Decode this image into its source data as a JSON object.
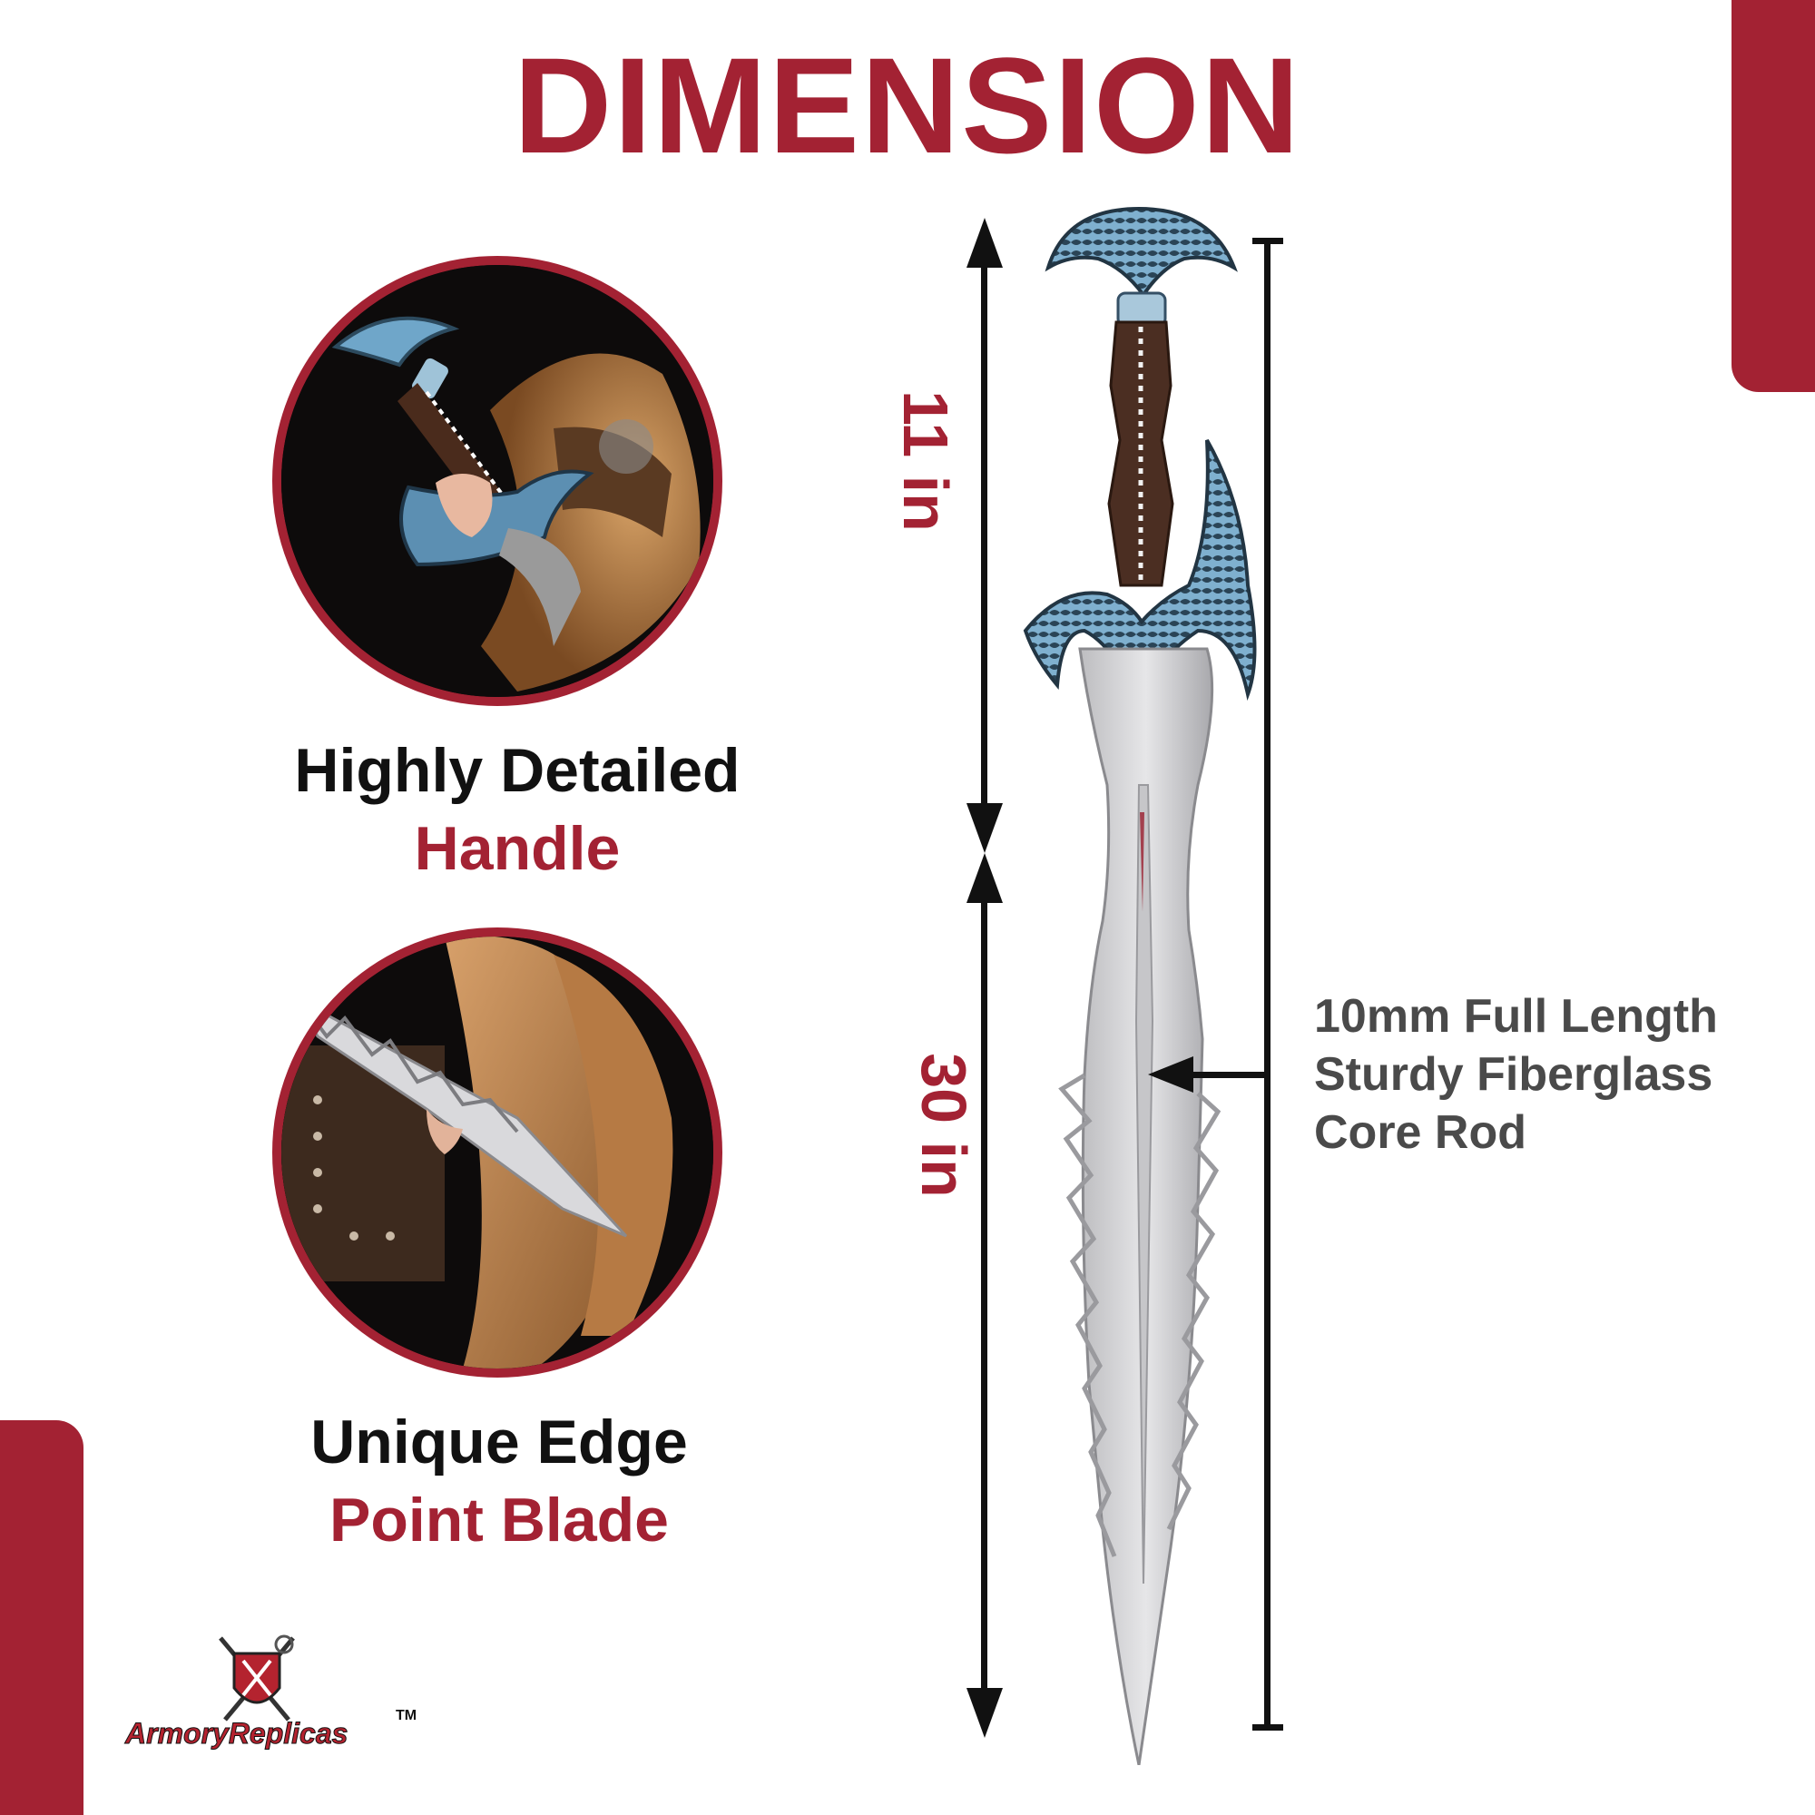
{
  "title": "DIMENSION",
  "colors": {
    "accent": "#A32233",
    "text": "#111111",
    "note": "#4a4a4a"
  },
  "features": [
    {
      "line1": "Highly Detailed",
      "line2": "Handle",
      "image": "sword-handle-photo"
    },
    {
      "line1": "Unique Edge",
      "line2": "Point Blade",
      "image": "sword-blade-photo"
    }
  ],
  "dimensions": {
    "handle_length": "11 in",
    "blade_length": "30 in"
  },
  "core_note": [
    "10mm Full Length",
    "Sturdy Fiberglass",
    "Core Rod"
  ],
  "brand": {
    "name": "ArmoryReplicas",
    "tm": "TM",
    "icon": "shield-crossed-swords-icon"
  }
}
